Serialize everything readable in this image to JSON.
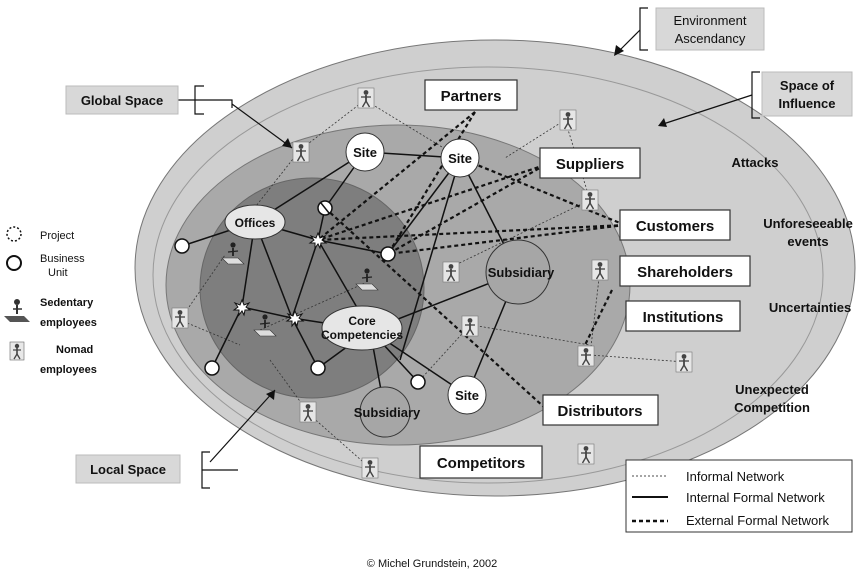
{
  "labels": {
    "environment_ascendancy": [
      "Environment",
      "Ascendancy"
    ],
    "space_of_influence": [
      "Space of",
      "Influence"
    ],
    "global_space": "Global Space",
    "local_space": "Local Space",
    "partners": "Partners",
    "suppliers": "Suppliers",
    "customers": "Customers",
    "shareholders": "Shareholders",
    "institutions": "Institutions",
    "distributors": "Distributors",
    "competitors": "Competitors",
    "site": "Site",
    "offices": "Offices",
    "subsidiary": "Subsidiary",
    "core_competencies": [
      "Core",
      "Competencies"
    ]
  },
  "environment_factors": {
    "attacks": "Attacks",
    "unforeseeable_events": [
      "Unforeseeable",
      "events"
    ],
    "uncertainties": "Uncertainties",
    "unexpected_competition": [
      "Unexpected",
      "Competition"
    ]
  },
  "left_legend": {
    "project": "Project",
    "business_unit": [
      "Business",
      "Unit"
    ],
    "sedentary_employees": [
      "Sedentary",
      "employees"
    ],
    "nomad_employees": [
      "Nomad",
      "employees"
    ]
  },
  "network_legend": {
    "informal": "Informal Network",
    "internal": "Internal Formal Network",
    "external": "External Formal Network"
  },
  "copyright": "© Michel Grundstein, 2002",
  "icons": [
    "nomad-employee-icon",
    "sedentary-employee-icon",
    "project-icon",
    "business-unit-icon"
  ]
}
